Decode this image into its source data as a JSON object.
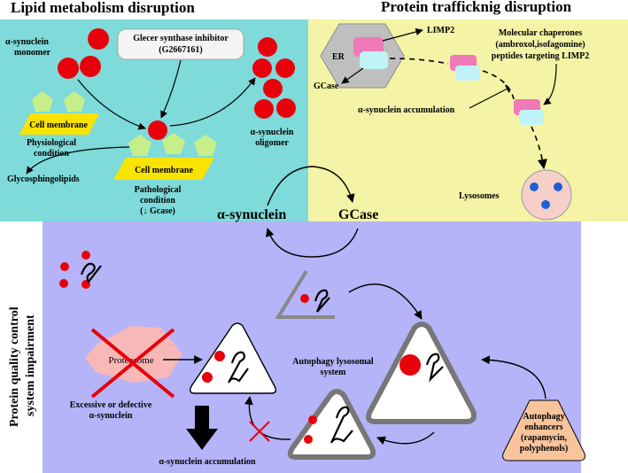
{
  "lipid": {
    "title": "Lipid metabolism disruption",
    "monomer_line1": "α-synuclein",
    "monomer_line2": "monomer",
    "inhibitor_line1": "Glecer synthase inhibitor",
    "inhibitor_line2": "(G2667161)",
    "membrane_top": "Cell membrane",
    "membrane_bottom": "Cell membrane",
    "physio_line1": "Physiological",
    "physio_line2": "condition",
    "glyco": "Glycosphingolipids",
    "patho_line1": "Pathological",
    "patho_line2": "condition",
    "patho_line3": "(↓ Gcase)",
    "oligomer_line1": "α-synuclein",
    "oligomer_line2": "oligomer"
  },
  "protein": {
    "title": "Protein trafficknig disruption",
    "limp2": "LIMP2",
    "er": "ER",
    "gcase": "GCase",
    "chaperone_line1": "Molecular chaperones",
    "chaperone_line2": "(ambroxol,isofagomine)",
    "chaperone_line3": "peptides targeting LIMP2",
    "accumulation": "α-synuclein accumulation",
    "lysosomes": "Lysosomes"
  },
  "center": {
    "synuclein": "α-synuclein",
    "gcase": "GCase"
  },
  "quality": {
    "side_line1": "Protein quality control",
    "side_line2": "system impairment",
    "proteasome": "Proteasome",
    "defective_line1": "Excessive or defective",
    "defective_line2": "α-synuclein",
    "accumulation": "α-synuclein accumulation",
    "autophagy_line1": "Autophagy lysosomal",
    "autophagy_line2": "system",
    "enhancer_line1": "Autophagy",
    "enhancer_line2": "enhancers",
    "enhancer_line3": "(rapamycin,",
    "enhancer_line4": "polyphenols)"
  },
  "colors": {
    "teal_panel": "#7fdada",
    "yellow_panel": "#f4f3a6",
    "purple_panel": "#b5b4f8",
    "red_dot": "#e8000b",
    "membrane": "#f8e400",
    "pentagon": "#c6ef8a",
    "pink": "#f07ab8",
    "cyan": "#bff3f7",
    "lysosome": "#f6cfc9",
    "lyso_dot": "#1f5fd6",
    "proteasome": "#f8b8b8",
    "enhancer": "#f8c49c"
  }
}
